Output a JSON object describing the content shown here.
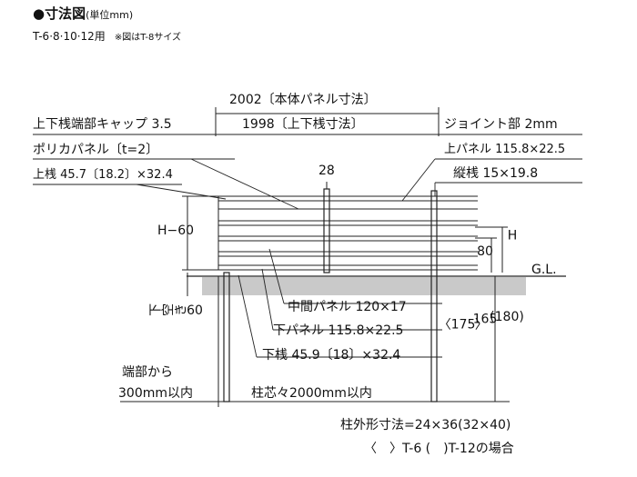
{
  "header": {
    "title": "●寸法図",
    "title_unit": "(単位mm)",
    "models": "T-6·8·10·12用",
    "note": "※図はT-8サイズ"
  },
  "dimensions": {
    "body_panel": "2002〔本体パネル寸法〕",
    "rail": "1998〔上下桟寸法〕",
    "rail_end_cap": "上下桟端部キャップ 3.5",
    "joint": "ジョイント部 2mm",
    "polycarbonate_panel": "ポリカパネル〔t=2〕",
    "top_rail": "上桟 45.7〔18.2〕×32.4",
    "top_panel": "上パネル 115.8×22.5",
    "vertical_bar": "縦桟 15×19.8",
    "center_gap": "28",
    "height_label": "H−60",
    "h_mark": "H",
    "eighty": "80",
    "ground_level": "G.L.",
    "bottom_clearance": "下空き60",
    "middle_panel": "中間パネル 120×17",
    "bottom_panel": "下パネル 115.8×22.5",
    "bottom_rail": "下桟 45.9〔18〕×32.4",
    "dim_175": "〈175〉",
    "dim_165": "165",
    "dim_180": "(180)",
    "end_from": "端部から",
    "end_within": "300mm以内",
    "post_spacing": "柱芯々2000mm以内"
  },
  "footer": {
    "post_size": "柱外形寸法=24×36(32×40)",
    "cases": "〈　〉T-6 (　)T-12の場合"
  }
}
